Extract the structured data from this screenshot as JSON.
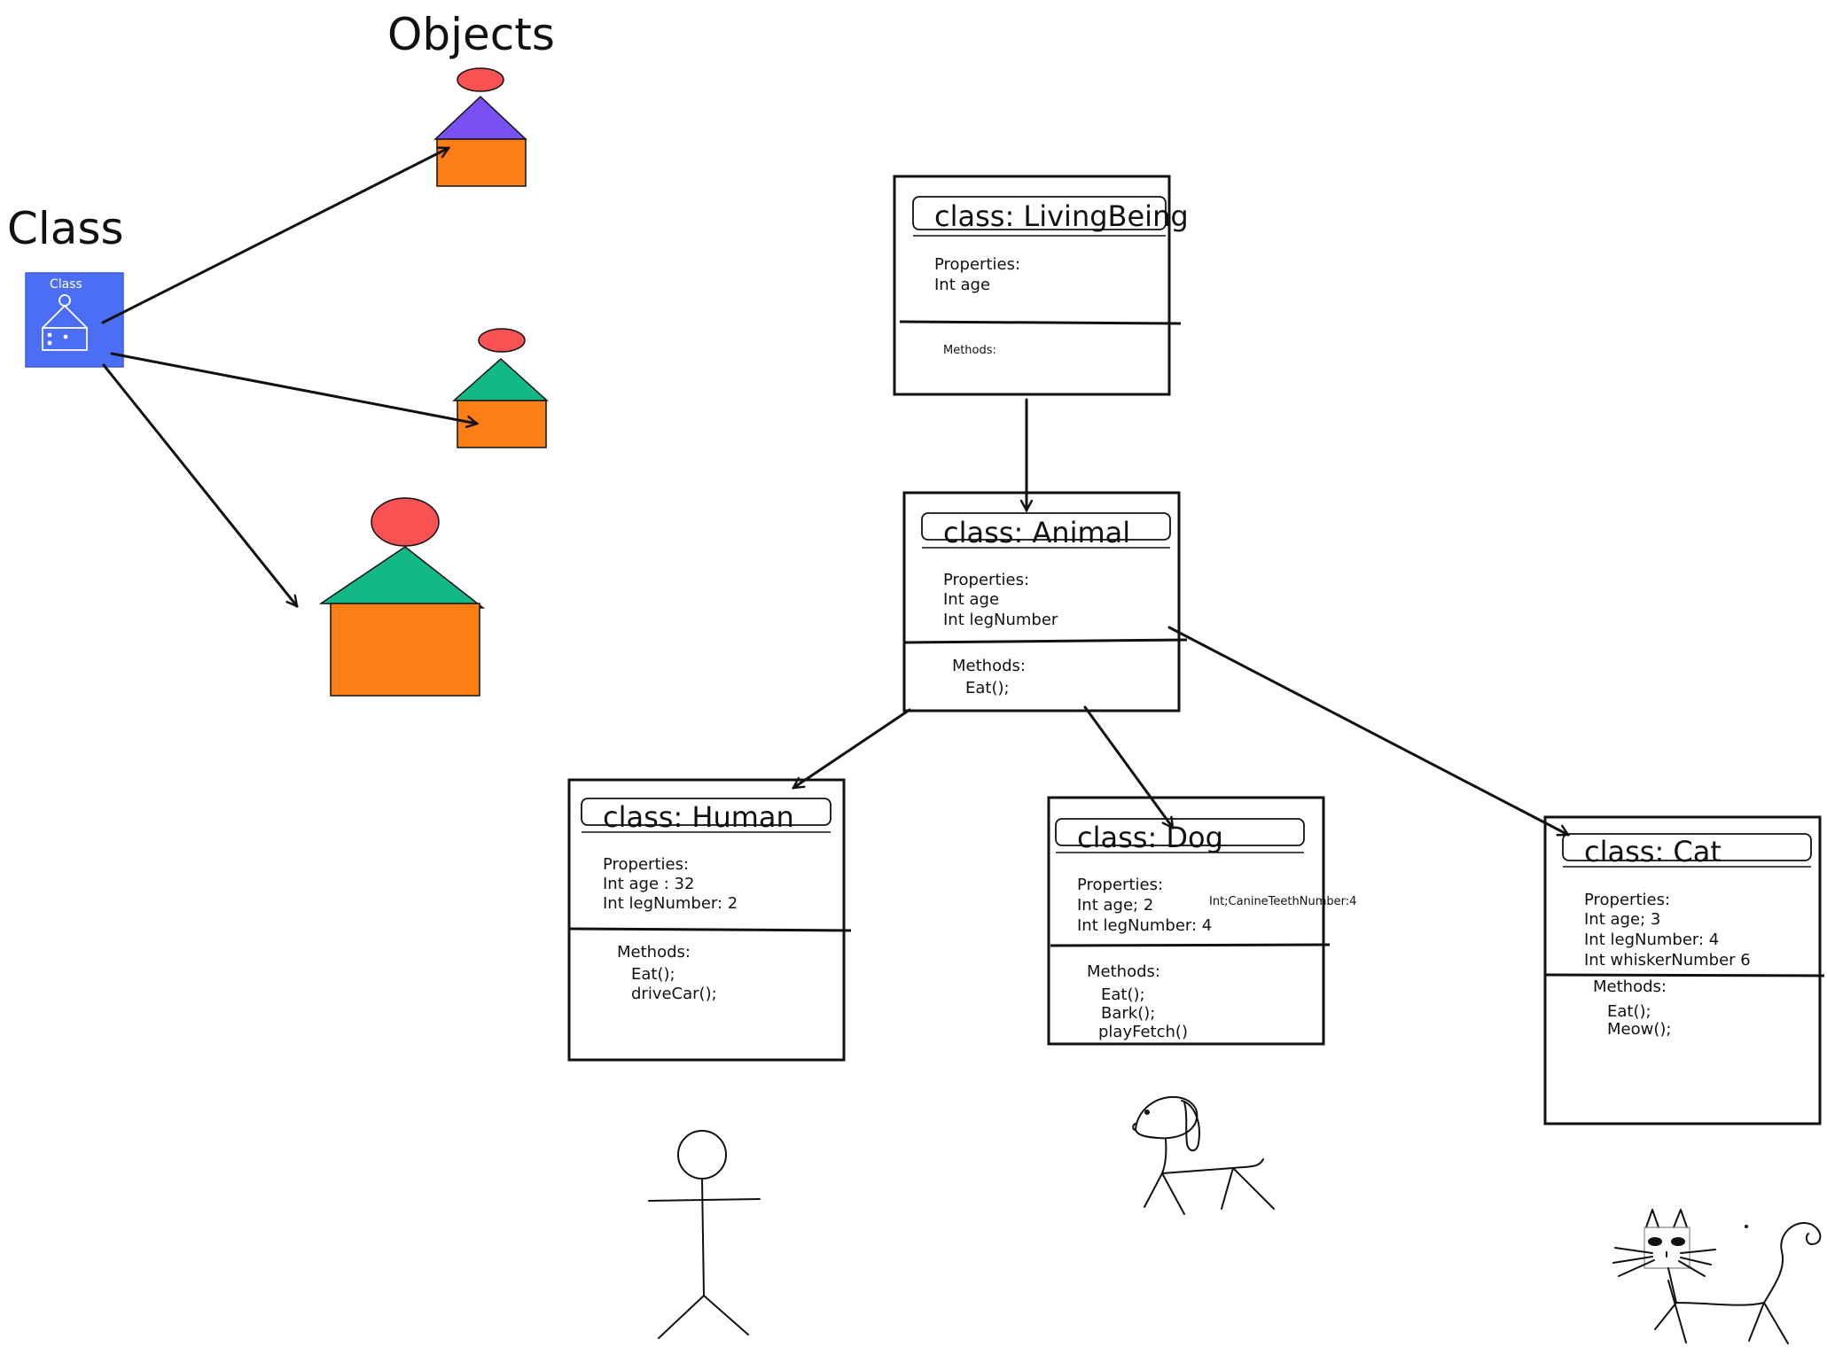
{
  "left_panel": {
    "class_heading": "Class",
    "objects_heading": "Objects",
    "class_icon_label": "Class"
  },
  "colors": {
    "class_icon_bg": "#4c6ef5",
    "roof_purple": "#7950f2",
    "roof_green": "#12b886",
    "body_orange": "#fd7e14",
    "top_red": "#fa5252",
    "stroke": "#111111"
  },
  "classes": {
    "livingbeing": {
      "title": "class: LivingBeing",
      "properties_label": "Properties:",
      "properties": [
        "Int age"
      ],
      "methods_label": "Methods:",
      "methods": []
    },
    "animal": {
      "title": "class: Animal",
      "properties_label": "Properties:",
      "properties": [
        "Int age",
        "Int legNumber"
      ],
      "methods_label": "Methods:",
      "methods": [
        "Eat();"
      ]
    },
    "human": {
      "title": "class: Human",
      "properties_label": "Properties:",
      "properties": [
        "Int age : 32",
        "Int legNumber: 2"
      ],
      "methods_label": "Methods:",
      "methods": [
        "Eat();",
        "driveCar();"
      ]
    },
    "dog": {
      "title": "class: Dog",
      "properties_label": "Properties:",
      "properties": [
        "Int age; 2",
        "Int legNumber: 4"
      ],
      "extra_property": "Int;CanineTeethNumber:4",
      "methods_label": "Methods:",
      "methods": [
        "Eat();",
        "Bark();",
        "playFetch()"
      ]
    },
    "cat": {
      "title": "class: Cat",
      "properties_label": "Properties:",
      "properties": [
        "Int age; 3",
        "Int legNumber: 4",
        "Int whiskerNumber 6"
      ],
      "methods_label": "Methods:",
      "methods": [
        "Eat();",
        "Meow();"
      ]
    }
  }
}
